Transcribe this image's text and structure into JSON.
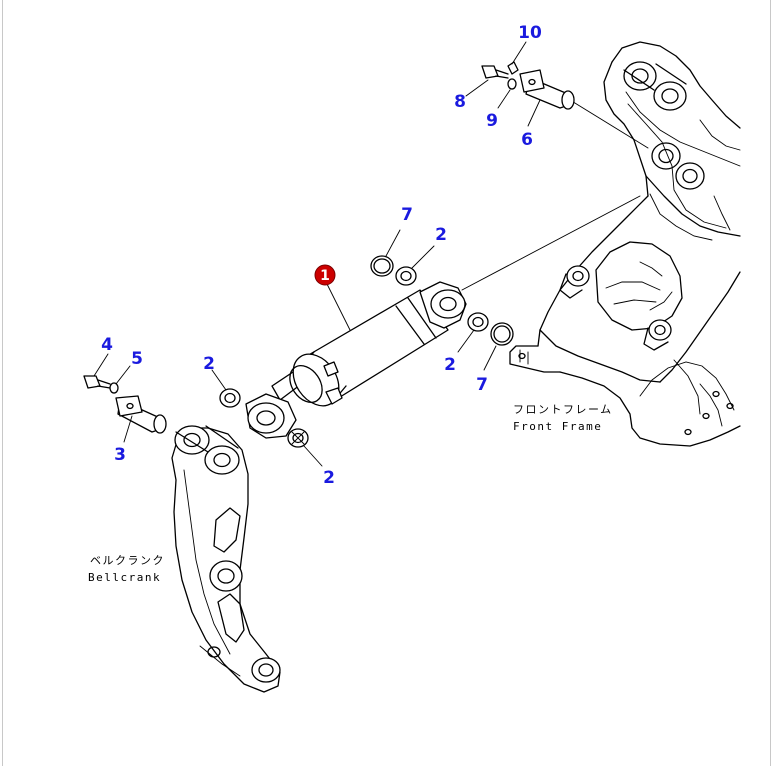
{
  "diagram": {
    "callouts": {
      "c1": "1",
      "c2a": "2",
      "c2b": "2",
      "c2c": "2",
      "c2d": "2",
      "c3": "3",
      "c4": "4",
      "c5": "5",
      "c6": "6",
      "c7a": "7",
      "c7b": "7",
      "c8": "8",
      "c9": "9",
      "c10": "10"
    },
    "labels": {
      "front_frame_jp": "フロントフレーム",
      "front_frame_en": "Front Frame",
      "bellcrank_jp": "ベルクランク",
      "bellcrank_en": "Bellcrank"
    },
    "colors": {
      "callout": "#1a1adf",
      "highlight": "#cc0000"
    }
  }
}
